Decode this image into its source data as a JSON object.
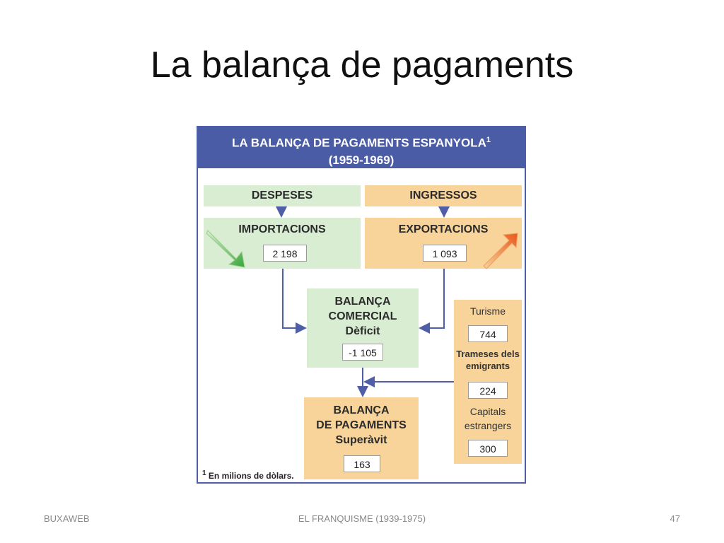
{
  "slide": {
    "title": "La balança de pagaments",
    "footer_left": "BUXAWEB",
    "footer_center": "EL FRANQUISME (1939-1975)",
    "footer_right": "47"
  },
  "figure": {
    "header_line1": "LA BALANÇA DE PAGAMENTS ESPANYOLA",
    "header_sup": "1",
    "header_line2": "(1959-1969)",
    "despeses": "DESPESES",
    "ingressos": "INGRESSOS",
    "importacions": {
      "label": "IMPORTACIONS",
      "value": "2 198"
    },
    "exportacions": {
      "label": "EXPORTACIONS",
      "value": "1 093"
    },
    "balanca_comercial": {
      "line1": "BALANÇA",
      "line2": "COMERCIAL",
      "line3": "Dèficit",
      "value": "-1 105"
    },
    "turisme": {
      "label": "Turisme",
      "value": "744"
    },
    "trameses": {
      "line1": "Trameses dels",
      "line2": "emigrants",
      "value": "224"
    },
    "capitals": {
      "line1": "Capitals",
      "line2": "estrangers",
      "value": "300"
    },
    "balanca_pagaments": {
      "line1": "BALANÇA",
      "line2": "DE PAGAMENTS",
      "line3": "Superàvit",
      "value": "163"
    },
    "footnote_sup": "1",
    "footnote": "En milions de dòlars."
  },
  "colors": {
    "header": "#4b5ca6",
    "green": "#d8edd2",
    "orange": "#f8d39a",
    "arrow": "#4e5fa8"
  }
}
